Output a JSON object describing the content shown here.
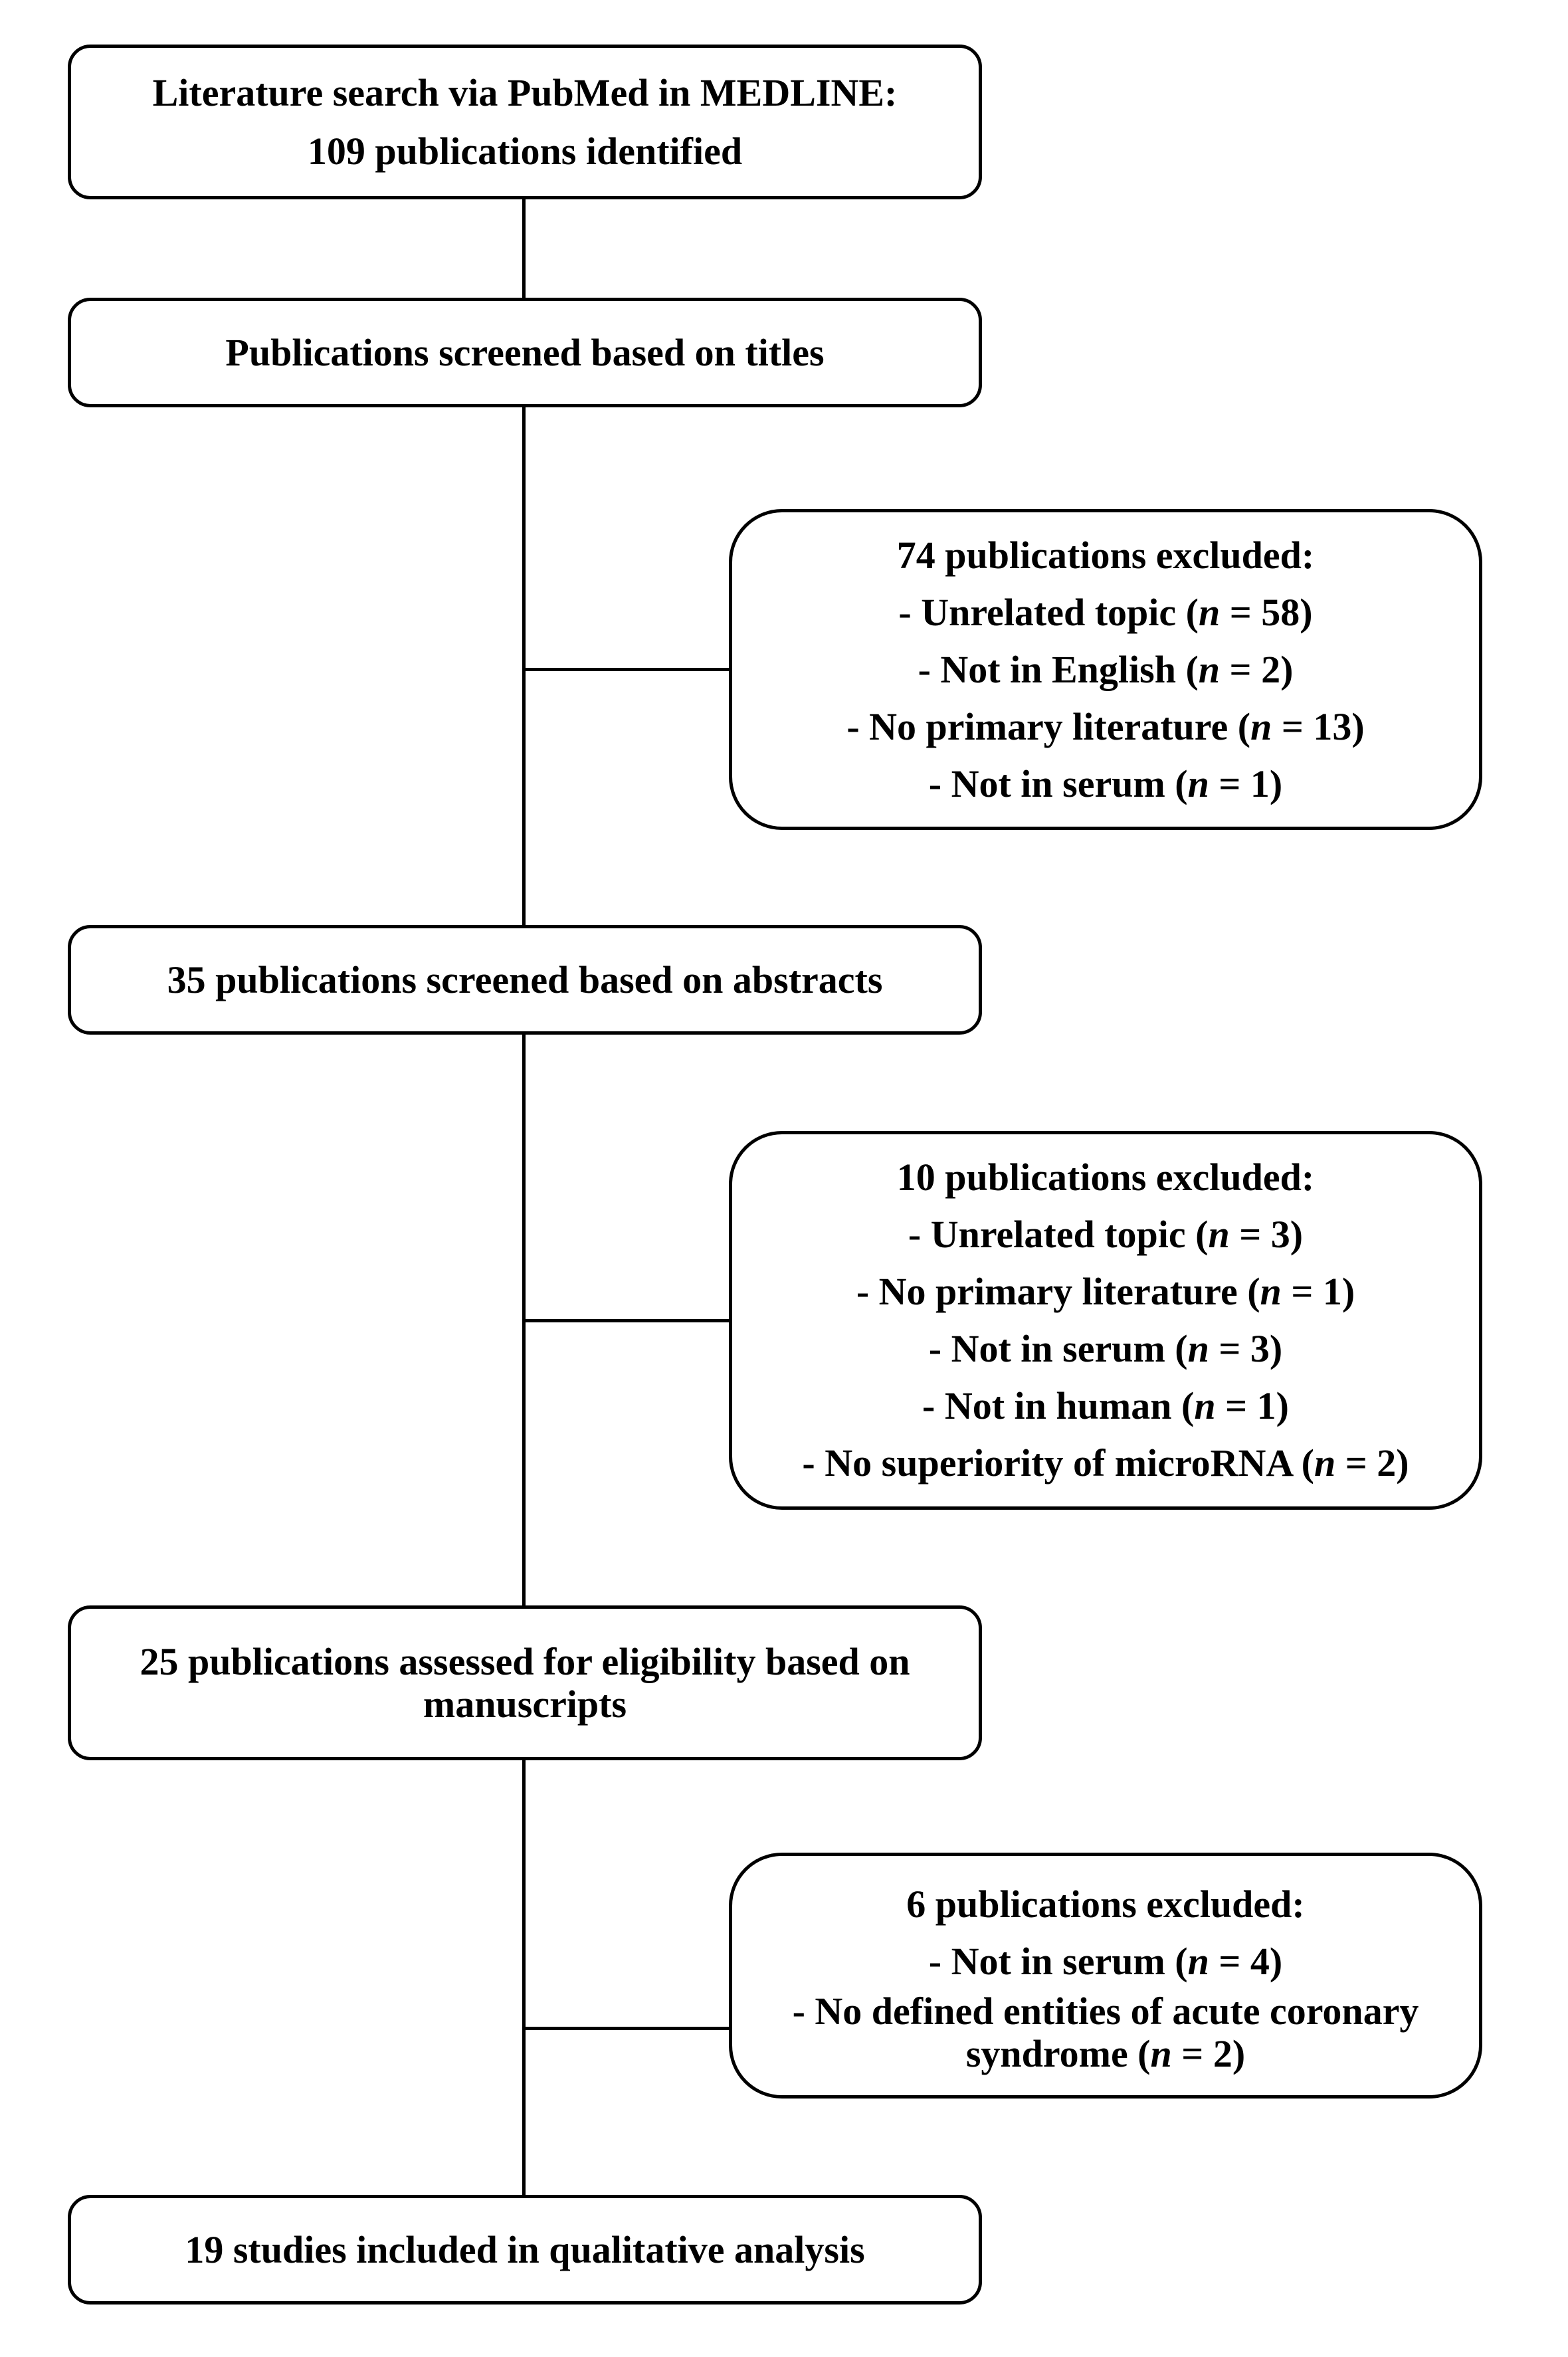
{
  "flowchart": {
    "search": {
      "line1": "Literature search via PubMed in MEDLINE:",
      "line2": "109 publications identified"
    },
    "titles": {
      "line1": "Publications screened based on titles"
    },
    "excluded_1": {
      "heading": "74 publications excluded:",
      "reasons": [
        {
          "prefix": "- Unrelated topic (",
          "n_label": "n",
          "suffix": " = 58)"
        },
        {
          "prefix": "- Not in English (",
          "n_label": "n",
          "suffix": " = 2)"
        },
        {
          "prefix": "- No primary literature (",
          "n_label": "n",
          "suffix": " = 13)"
        },
        {
          "prefix": "- Not in serum (",
          "n_label": "n",
          "suffix": " = 1)"
        }
      ]
    },
    "abstracts": {
      "line1": "35 publications screened based on abstracts"
    },
    "excluded_2": {
      "heading": "10 publications excluded:",
      "reasons": [
        {
          "prefix": "- Unrelated topic (",
          "n_label": "n",
          "suffix": " = 3)"
        },
        {
          "prefix": "- No primary literature (",
          "n_label": "n",
          "suffix": " = 1)"
        },
        {
          "prefix": "- Not in serum (",
          "n_label": "n",
          "suffix": " = 3)"
        },
        {
          "prefix": "- Not in human (",
          "n_label": "n",
          "suffix": " = 1)"
        },
        {
          "prefix": "- No superiority of microRNA (",
          "n_label": "n",
          "suffix": " = 2)"
        }
      ]
    },
    "manuscripts": {
      "line1": "25 publications assessed for eligibility based on",
      "line2": "manuscripts"
    },
    "excluded_3": {
      "heading": "6 publications excluded:",
      "reasons": [
        {
          "prefix": "- Not in serum (",
          "n_label": "n",
          "suffix": " = 4)"
        },
        {
          "prefix": "- No defined entities of acute coronary",
          "n_label": "",
          "suffix": ""
        },
        {
          "prefix": "syndrome (",
          "n_label": "n",
          "suffix": " = 2)"
        }
      ]
    },
    "included": {
      "line1": "19 studies included in qualitative analysis"
    }
  }
}
